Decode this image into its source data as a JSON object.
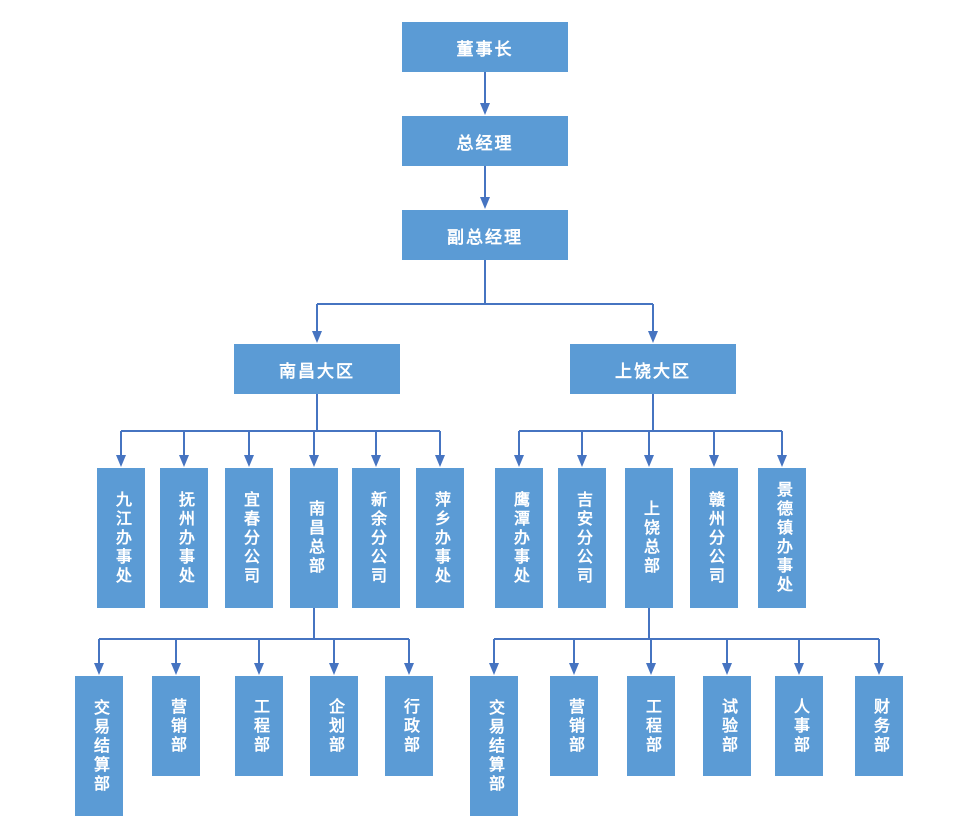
{
  "colors": {
    "node_fill": "#5B9BD5",
    "node_text": "#FFFFFF",
    "connector": "#4674C1"
  },
  "org": {
    "chairman": {
      "label": "董事长"
    },
    "general_manager": {
      "label": "总经理"
    },
    "deputy_general_manager": {
      "label": "副总经理"
    },
    "regions": [
      {
        "label": "南昌大区",
        "branches": [
          "九江办事处",
          "抚州办事处",
          "宜春分公司",
          "南昌总部",
          "新余分公司",
          "萍乡办事处"
        ],
        "hq_departments": [
          "交易结算部",
          "营销部",
          "工程部",
          "企划部",
          "行政部"
        ]
      },
      {
        "label": "上饶大区",
        "branches": [
          "鹰潭办事处",
          "吉安分公司",
          "上饶总部",
          "赣州分公司",
          "景德镇办事处"
        ],
        "hq_departments": [
          "交易结算部",
          "营销部",
          "工程部",
          "试验部",
          "人事部",
          "财务部"
        ]
      }
    ]
  }
}
